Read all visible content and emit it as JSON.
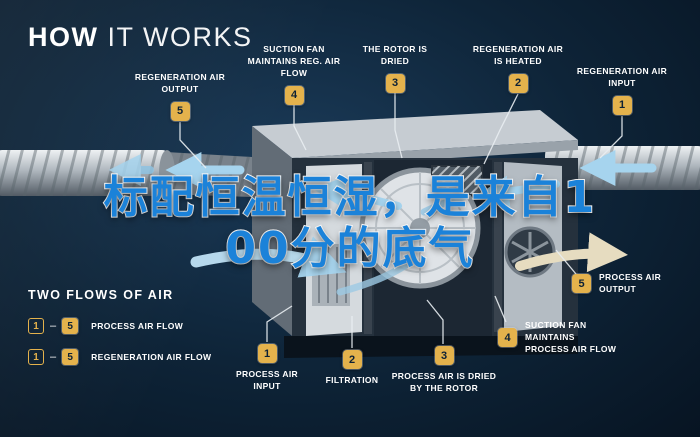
{
  "title": {
    "bold": "HOW",
    "light": "IT WORKS"
  },
  "overlay": {
    "line1": "标配恒温恒湿，是来自1",
    "line2": "00分的底气"
  },
  "callouts": {
    "top": [
      {
        "num": "5",
        "label": "REGENERATION AIR OUTPUT"
      },
      {
        "num": "4",
        "label": "SUCTION FAN MAINTAINS REG. AIR FLOW"
      },
      {
        "num": "3",
        "label": "THE ROTOR IS DRIED"
      },
      {
        "num": "2",
        "label": "REGENERATION AIR IS HEATED"
      },
      {
        "num": "1",
        "label": "REGENERATION AIR INPUT"
      }
    ],
    "right": {
      "num": "5",
      "label": "PROCESS AIR OUTPUT"
    },
    "bottom": [
      {
        "num": "1",
        "label": "PROCESS AIR INPUT"
      },
      {
        "num": "2",
        "label": "FILTRATION"
      },
      {
        "num": "3",
        "label": "PROCESS AIR IS DRIED BY THE ROTOR"
      },
      {
        "num": "4",
        "label": "SUCTION FAN MAINTAINS PROCESS AIR FLOW"
      }
    ]
  },
  "legend": {
    "heading": "TWO FLOWS OF AIR",
    "separator": "–",
    "items": [
      {
        "from": "1",
        "to": "5",
        "label": "PROCESS AIR FLOW"
      },
      {
        "from": "1",
        "to": "5",
        "label": "REGENERATION AIR FLOW"
      }
    ]
  },
  "colors": {
    "background": "#0D2136",
    "badge": "#E4B24C",
    "label_text": "#FFFFFF",
    "overlay_text": "#1B82D9",
    "overlay_stroke": "#FFFFFF",
    "process_arrow": "#A6D4EE",
    "output_arrow": "#E6DCC0"
  }
}
